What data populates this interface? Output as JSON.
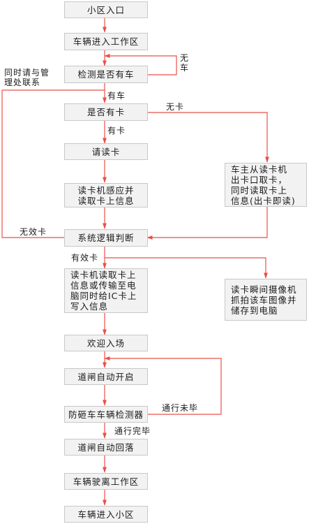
{
  "nodes": {
    "entrance": "小区入口",
    "enter_work": "车辆进入工作区",
    "detect_car": "检测是否有车",
    "has_card": "是否有卡",
    "please_read": "请读卡",
    "reader_sense": "读卡机感应并\n读取卡上信息",
    "logic": "系统逻辑判断",
    "write_card": "读卡机读取卡上\n信息或传输至电\n脑同时给IC卡上\n写入信息",
    "welcome": "欢迎入场",
    "gate_open": "道闸自动开启",
    "detector": "防砸车车辆检测器",
    "gate_close": "道闸自动回落",
    "leave_work": "车辆驶离工作区",
    "enter_community": "车辆进入小区",
    "owner_ticket": "车主从读卡机\n出卡口取卡，\n同时读取卡上\n信息(出卡即读)",
    "capture": "读卡瞬间摄像机\n抓拍该车图像并\n储存到电脑"
  },
  "labels": {
    "no_car": "无\n车",
    "contact_admin": "同时请与管\n理处联系",
    "has_car": "有车",
    "no_card": "无卡",
    "has_card_yes": "有卡",
    "invalid_card": "无效卡",
    "valid_card": "有效卡",
    "not_passed": "通行未毕",
    "passed": "通行完毕"
  },
  "colors": {
    "line": "#e8504a",
    "box_fill": "#f2f2f2",
    "box_border": "#c8c8c8"
  }
}
